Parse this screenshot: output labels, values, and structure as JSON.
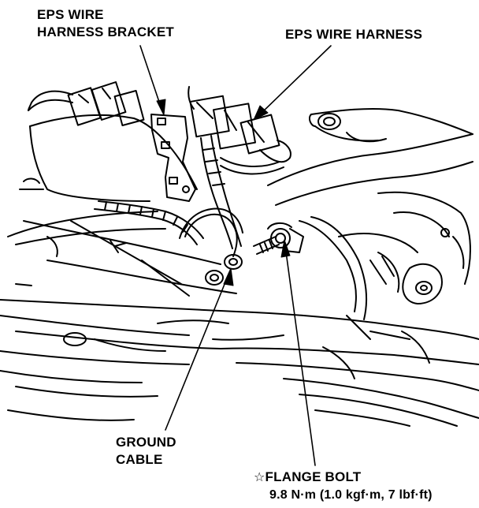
{
  "labels": {
    "eps_bracket_line1": "EPS WIRE",
    "eps_bracket_line2": "HARNESS BRACKET",
    "eps_harness": "EPS WIRE HARNESS",
    "ground_line1": "GROUND",
    "ground_line2": "CABLE",
    "flange_star": "☆",
    "flange_bolt": "FLANGE BOLT",
    "flange_torque": "9.8 N·m (1.0 kgf·m, 7 lbf·ft)"
  }
}
